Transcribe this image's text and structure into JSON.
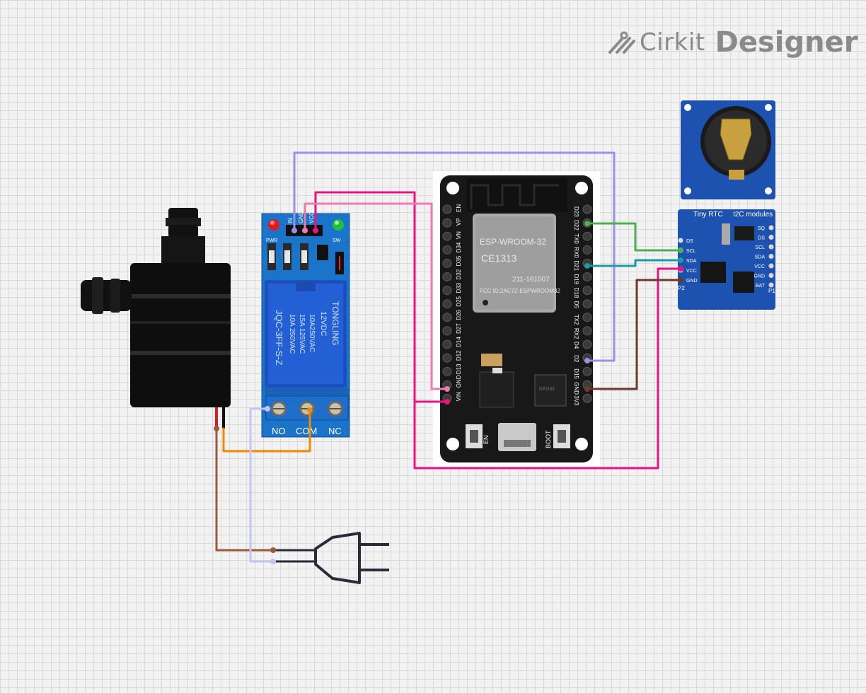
{
  "branding": {
    "name_light": "Cirkit",
    "name_bold": "Designer"
  },
  "relay": {
    "header_pins": [
      "VCC",
      "GND",
      "IN"
    ],
    "led_labels": {
      "power": "PWR",
      "switch": "SW"
    },
    "coil": {
      "brand": "TONGLING",
      "rating_dc": "12VDC",
      "rating_ac1": "10A250VAC",
      "rating_ac2": "15A 125VAC",
      "rating_ac3": "10A 250VAC",
      "model": "JQC-3FF-S-Z"
    },
    "terminals": [
      "NO",
      "COM",
      "NC"
    ]
  },
  "esp32": {
    "module": "ESP-WROOM-32",
    "ce": "CE1313",
    "fcc": "FCC ID:2AC7Z-ESPWROOM32",
    "cert_no": "211-161007",
    "left_pins": [
      "EN",
      "VP",
      "VN",
      "D34",
      "D35",
      "D32",
      "D33",
      "D25",
      "D26",
      "D27",
      "D14",
      "D12",
      "D13",
      "GND",
      "VIN"
    ],
    "right_pins": [
      "D23",
      "D22",
      "TX0",
      "RX0",
      "D21",
      "D19",
      "D18",
      "D5",
      "TX2",
      "RX2",
      "D4",
      "D2",
      "D15",
      "GND",
      "3V3"
    ],
    "buttons": [
      "EN",
      "BOOT"
    ]
  },
  "rtc": {
    "title": "Tiny RTC",
    "subtitle": "I2C modules",
    "left_pins": [
      "DS",
      "SCL",
      "SDA",
      "VCC",
      "GND"
    ],
    "right_pins": [
      "SQ",
      "DS",
      "SCL",
      "SDA",
      "VCC",
      "GND",
      "BAT"
    ],
    "bottom_labels": [
      "P2",
      "P1"
    ]
  },
  "colors": {
    "wire_purple": "#9b8fe6",
    "wire_pink": "#e8147f",
    "wire_light_pink": "#f07ab0",
    "wire_green": "#4caf50",
    "wire_teal": "#1a9aa6",
    "wire_brown": "#6b3a2a",
    "wire_orange": "#f08a00",
    "wire_lavender": "#c4c6f2",
    "wire_mains_brown": "#9a5a3c",
    "pcb_blue": "#1a5fb4",
    "pcb_black": "#1a1a1a"
  }
}
